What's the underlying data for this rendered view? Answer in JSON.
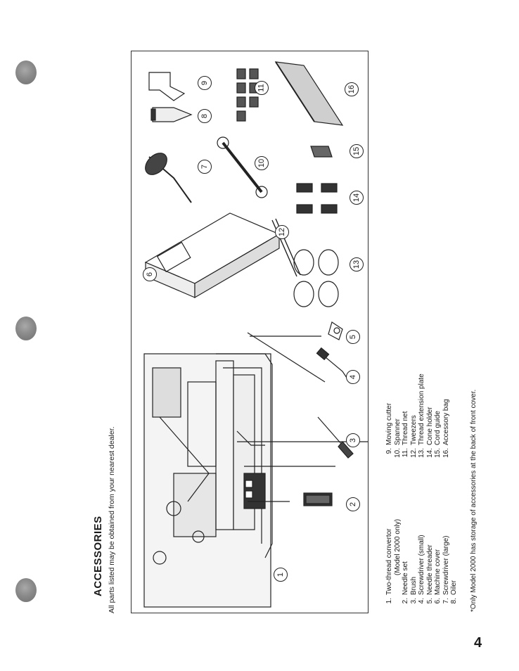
{
  "header": {
    "title": "ACCESSORIES",
    "subtitle": "All parts listed may be obtained from your nearest dealer."
  },
  "parts_left": [
    {
      "num": "1.",
      "label": "Two-thread convertor"
    },
    {
      "num": "",
      "label": "(Model 2000 only)"
    },
    {
      "num": "2.",
      "label": "Needle set"
    },
    {
      "num": "3.",
      "label": "Brush"
    },
    {
      "num": "4.",
      "label": "Screwdriver (small)"
    },
    {
      "num": "5.",
      "label": "Needle threader"
    },
    {
      "num": "6.",
      "label": "Machine cover"
    },
    {
      "num": "7.",
      "label": "Screwdriver (large)"
    },
    {
      "num": "8.",
      "label": "Oiler"
    }
  ],
  "parts_right": [
    {
      "num": "9.",
      "label": "Moving cutter"
    },
    {
      "num": "10.",
      "label": "Spanner"
    },
    {
      "num": "11.",
      "label": "Thread net"
    },
    {
      "num": "12.",
      "label": "Tweezers"
    },
    {
      "num": "13.",
      "label": "Thread extension plate"
    },
    {
      "num": "14.",
      "label": "Cone holder"
    },
    {
      "num": "15.",
      "label": "Cord guide"
    },
    {
      "num": "16.",
      "label": "Accessory bag"
    }
  ],
  "footnote": "*Only Model 2000 has storage of accessories at the back of front cover.",
  "page_number": "4",
  "callouts": [
    "1",
    "2",
    "3",
    "4",
    "5",
    "6",
    "7",
    "8",
    "9",
    "10",
    "11",
    "12",
    "13",
    "14",
    "15",
    "16"
  ]
}
